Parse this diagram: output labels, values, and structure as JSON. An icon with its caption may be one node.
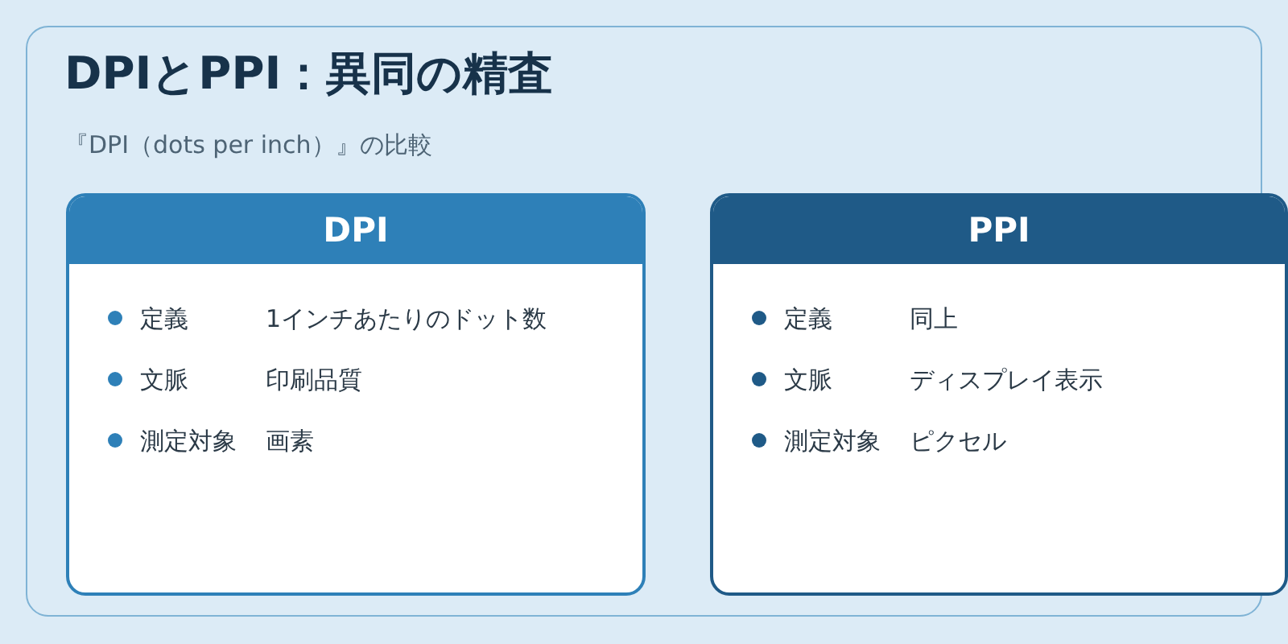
{
  "diagram": {
    "title": "DPIとPPI：異同の精査",
    "labels": [
      "『DPI（dots per inch）』の比較"
    ],
    "nodes": [
      {
        "text": [
          "DPI",
          "定義",
          "1インチあたりのドット数",
          "文脈",
          "印刷品質",
          "測定対象",
          "画素"
        ]
      },
      {
        "text": [
          "PPI",
          "定義",
          "同上",
          "文脈",
          "ディスプレイ表示",
          "測定対象",
          "ピクセル"
        ]
      }
    ]
  }
}
